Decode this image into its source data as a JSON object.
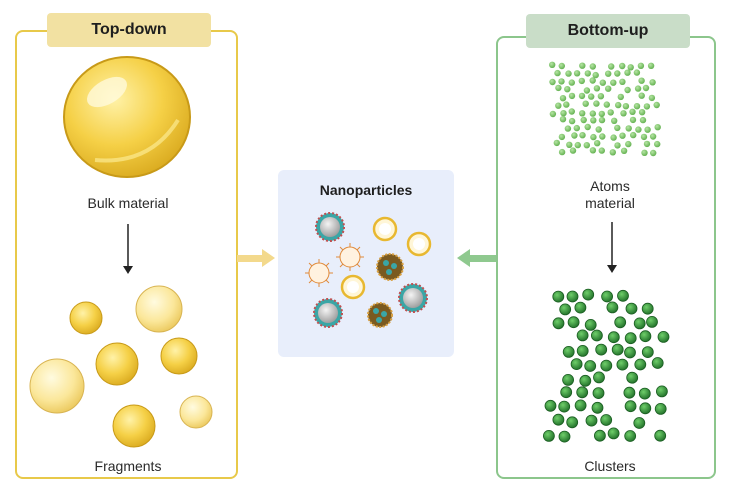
{
  "top_down": {
    "title": "Top-down",
    "bulk_label": "Bulk material",
    "fragments_label": "Fragments"
  },
  "bottom_up": {
    "title": "Bottom-up",
    "atoms_label_line1": "Atoms",
    "atoms_label_line2": "material",
    "clusters_label": "Clusters"
  },
  "center": {
    "title": "Nanoparticles"
  },
  "colors": {
    "top_down_accent": "#e8c94a",
    "bottom_up_accent": "#8cc68c",
    "gold": "#f2c94c",
    "atom_green": "#7cc46a",
    "cluster_green": "#2f8a36",
    "center_background": "#e8eefb"
  }
}
